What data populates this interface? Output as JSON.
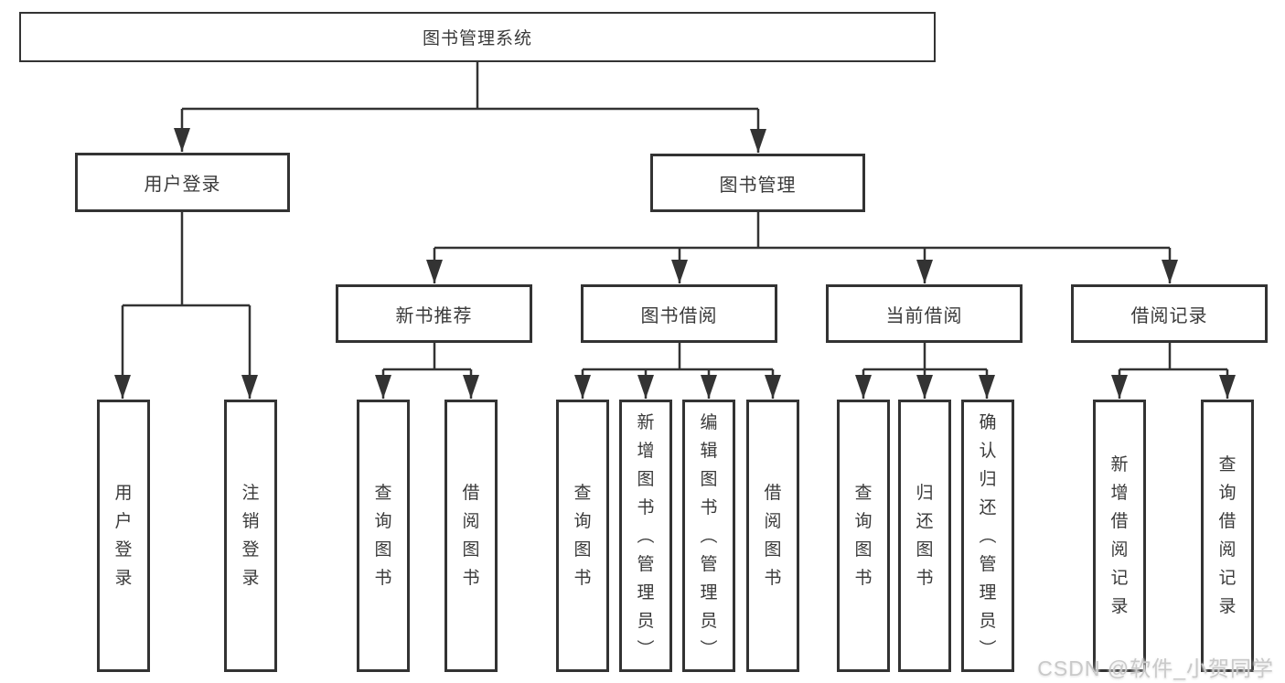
{
  "root": {
    "label": "图书管理系统",
    "children": [
      {
        "label": "用户登录",
        "children": [
          {
            "label": "用户登录"
          },
          {
            "label": "注销登录"
          }
        ]
      },
      {
        "label": "图书管理",
        "children": [
          {
            "label": "新书推荐",
            "children": [
              {
                "label": "查询图书"
              },
              {
                "label": "借阅图书"
              }
            ]
          },
          {
            "label": "图书借阅",
            "children": [
              {
                "label": "查询图书"
              },
              {
                "label": "新增图书（管理员）"
              },
              {
                "label": "编辑图书（管理员）"
              },
              {
                "label": "借阅图书"
              }
            ]
          },
          {
            "label": "当前借阅",
            "children": [
              {
                "label": "查询图书"
              },
              {
                "label": "归还图书"
              },
              {
                "label": "确认归还（管理员）"
              }
            ]
          },
          {
            "label": "借阅记录",
            "children": [
              {
                "label": "新增借阅记录"
              },
              {
                "label": "查询借阅记录"
              }
            ]
          }
        ]
      }
    ]
  },
  "watermark": "CSDN @软件_小贺同学",
  "colors": {
    "line": "#333333",
    "text": "#3a3a3a",
    "background": "#ffffff",
    "watermark": "#c9c9c9"
  }
}
